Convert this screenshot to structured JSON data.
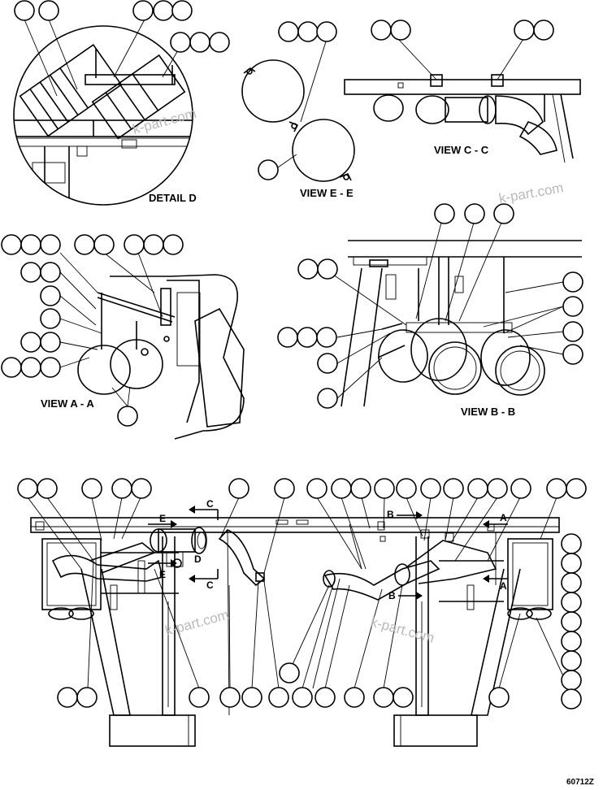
{
  "views": {
    "detail_d": "DETAIL D",
    "view_e_e": "VIEW E - E",
    "view_c_c": "VIEW C - C",
    "view_a_a": "VIEW A - A",
    "view_b_b": "VIEW B - B"
  },
  "section_marks": {
    "c": "C",
    "e": "E",
    "d": "D",
    "b": "B",
    "a": "A"
  },
  "watermark": "k-part.com",
  "drawing_number": "60712Z"
}
